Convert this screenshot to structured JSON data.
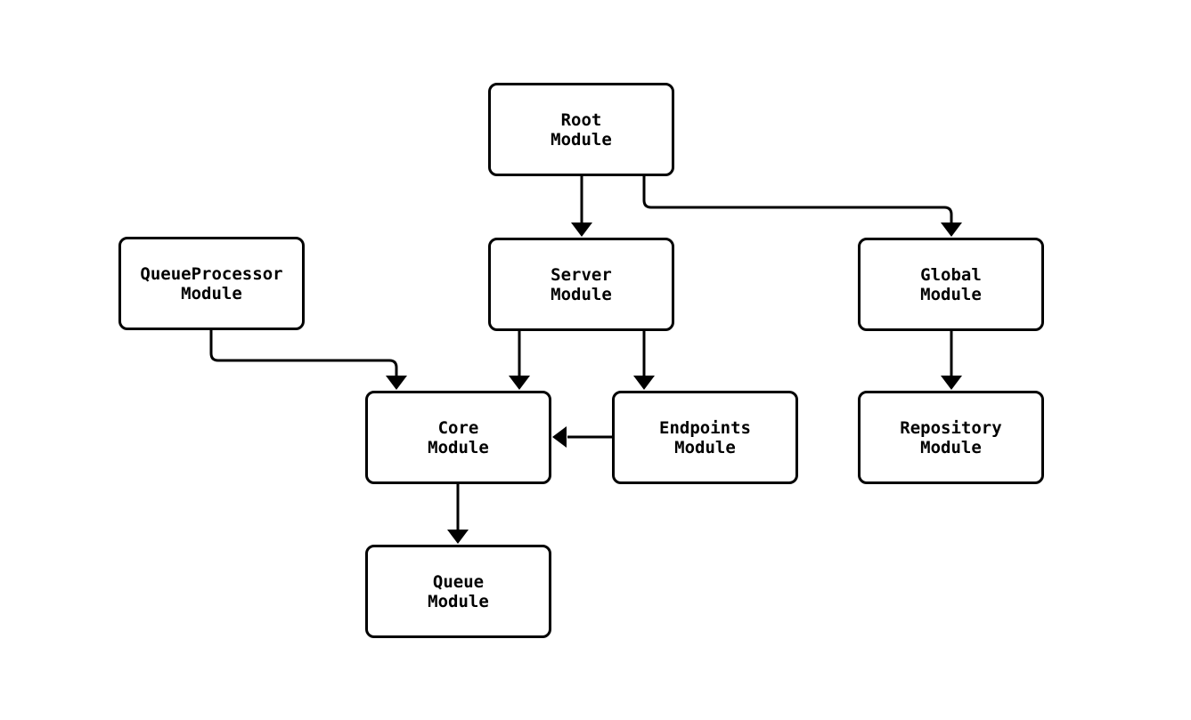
{
  "diagram": {
    "type": "module-dependency-graph",
    "background_color": "#ffffff",
    "stroke_color": "#000000",
    "nodes": [
      {
        "id": "root",
        "lines": [
          "Root",
          "Module"
        ]
      },
      {
        "id": "queueprocessor",
        "lines": [
          "QueueProcessor",
          "Module"
        ]
      },
      {
        "id": "server",
        "lines": [
          "Server",
          "Module"
        ]
      },
      {
        "id": "global",
        "lines": [
          "Global",
          "Module"
        ]
      },
      {
        "id": "core",
        "lines": [
          "Core",
          "Module"
        ]
      },
      {
        "id": "endpoints",
        "lines": [
          "Endpoints",
          "Module"
        ]
      },
      {
        "id": "repository",
        "lines": [
          "Repository",
          "Module"
        ]
      },
      {
        "id": "queue",
        "lines": [
          "Queue",
          "Module"
        ]
      }
    ],
    "edges": [
      {
        "from": "root",
        "to": "server"
      },
      {
        "from": "root",
        "to": "global"
      },
      {
        "from": "server",
        "to": "core"
      },
      {
        "from": "server",
        "to": "endpoints"
      },
      {
        "from": "queueprocessor",
        "to": "core"
      },
      {
        "from": "endpoints",
        "to": "core"
      },
      {
        "from": "core",
        "to": "queue"
      },
      {
        "from": "global",
        "to": "repository"
      }
    ]
  }
}
